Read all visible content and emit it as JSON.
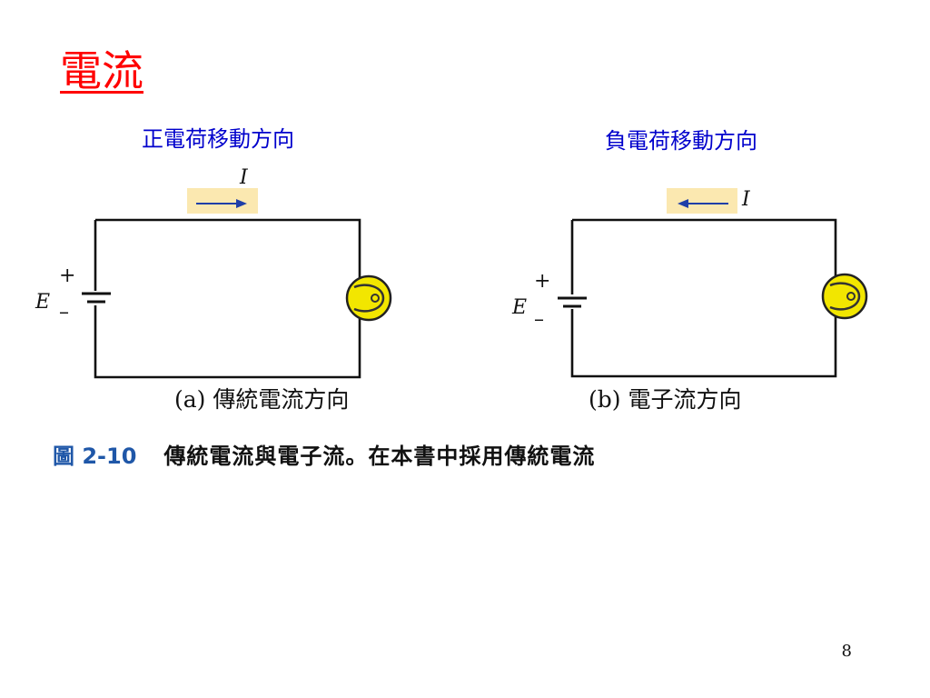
{
  "slide": {
    "title": "電流",
    "page_number": "8"
  },
  "labels": {
    "left_heading": "正電荷移動方向",
    "right_heading": "負電荷移動方向"
  },
  "circuit_a": {
    "current_symbol": "I",
    "emf_symbol": "E",
    "plus": "+",
    "minus": "–",
    "caption": "(a) 傳統電流方向",
    "arrow_direction": "right"
  },
  "circuit_b": {
    "current_symbol": "I",
    "emf_symbol": "E",
    "plus": "+",
    "minus": "–",
    "caption": "(b) 電子流方向",
    "arrow_direction": "left"
  },
  "figure_caption": {
    "number": "圖 2-10",
    "text": "傳統電流與電子流。在本書中採用傳統電流"
  },
  "colors": {
    "title": "#ff0000",
    "headings": "#0000cc",
    "arrow_highlight": "#fbe8b0",
    "arrow": "#1f3fa8",
    "bulb": "#f2e600",
    "figure_number": "#1f57a8"
  },
  "icons": {
    "bulb": "light-bulb-icon",
    "battery": "battery-icon"
  }
}
